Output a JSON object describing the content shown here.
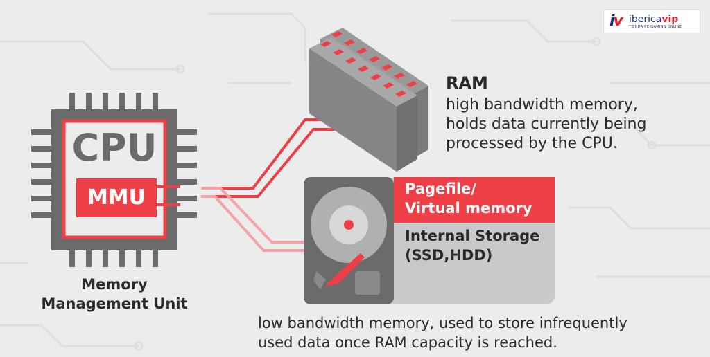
{
  "brand": {
    "mark": "iv",
    "name_part1": "iberica",
    "name_part2": "vip",
    "tagline": "TIENDA PC GAMING ONLINE"
  },
  "cpu": {
    "chip_label": "CPU",
    "mmu_label": "MMU",
    "caption_line1": "Memory",
    "caption_line2": "Management Unit"
  },
  "ram": {
    "title": "RAM",
    "desc_line1": "high bandwidth memory,",
    "desc_line2": "holds data currently being",
    "desc_line3": "processed by the CPU."
  },
  "storage": {
    "pagefile_line1": "Pagefile/",
    "pagefile_line2": "Virtual memory",
    "title_line1": "Internal Storage",
    "title_line2": "(SSD,HDD)",
    "desc_line1": "low bandwidth memory, used to store infrequently",
    "desc_line2": "used data once RAM capacity is reached."
  },
  "colors": {
    "accent_red": "#ee3f47",
    "chip_gray": "#6b6b6b",
    "text_dark": "#2a2a2a",
    "background": "#ececec"
  }
}
